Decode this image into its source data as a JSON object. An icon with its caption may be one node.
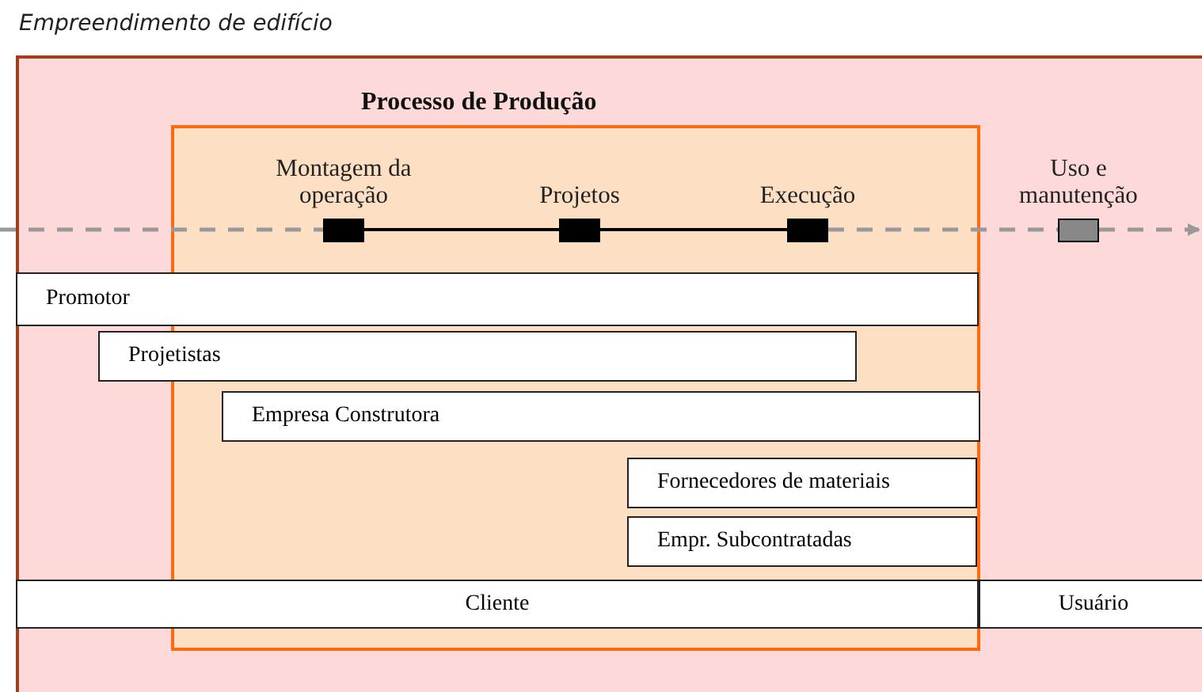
{
  "diagram": {
    "nodes": [
      {
        "text": [
          "Empreendimento de edifício"
        ]
      },
      {
        "text": [
          "Processo de Produção"
        ],
        "in": 0
      },
      {
        "text": [
          "Montagem da operação"
        ],
        "in": 1
      },
      {
        "text": [
          "Projetos"
        ],
        "in": 1
      },
      {
        "text": [
          "Execução"
        ],
        "in": 1
      },
      {
        "text": [
          "Uso e manutenção"
        ],
        "in": 0
      },
      {
        "text": [
          "Promotor"
        ],
        "in": 0
      },
      {
        "text": [
          "Projetistas"
        ],
        "in": 0
      },
      {
        "text": [
          "Empresa Construtora"
        ],
        "in": 1
      },
      {
        "text": [
          "Fornecedores de materiais"
        ],
        "in": 1
      },
      {
        "text": [
          "Empr. Subcontratadas"
        ],
        "in": 1
      },
      {
        "text": [
          "Cliente"
        ],
        "in": 0
      },
      {
        "text": [
          "Usuário"
        ],
        "in": 0
      }
    ],
    "edges": [
      {
        "from": null,
        "to": 2,
        "arrow": "none",
        "style": "dashed",
        "color": "#999999"
      },
      {
        "from": 2,
        "to": 3,
        "arrow": "none",
        "color": "#000000"
      },
      {
        "from": 3,
        "to": 4,
        "arrow": "none",
        "color": "#000000"
      },
      {
        "from": 4,
        "to": 5,
        "arrow": "none",
        "style": "dashed",
        "color": "#999999"
      },
      {
        "from": 5,
        "to": null,
        "arrow": "to",
        "style": "dashed",
        "color": "#999999"
      }
    ]
  }
}
